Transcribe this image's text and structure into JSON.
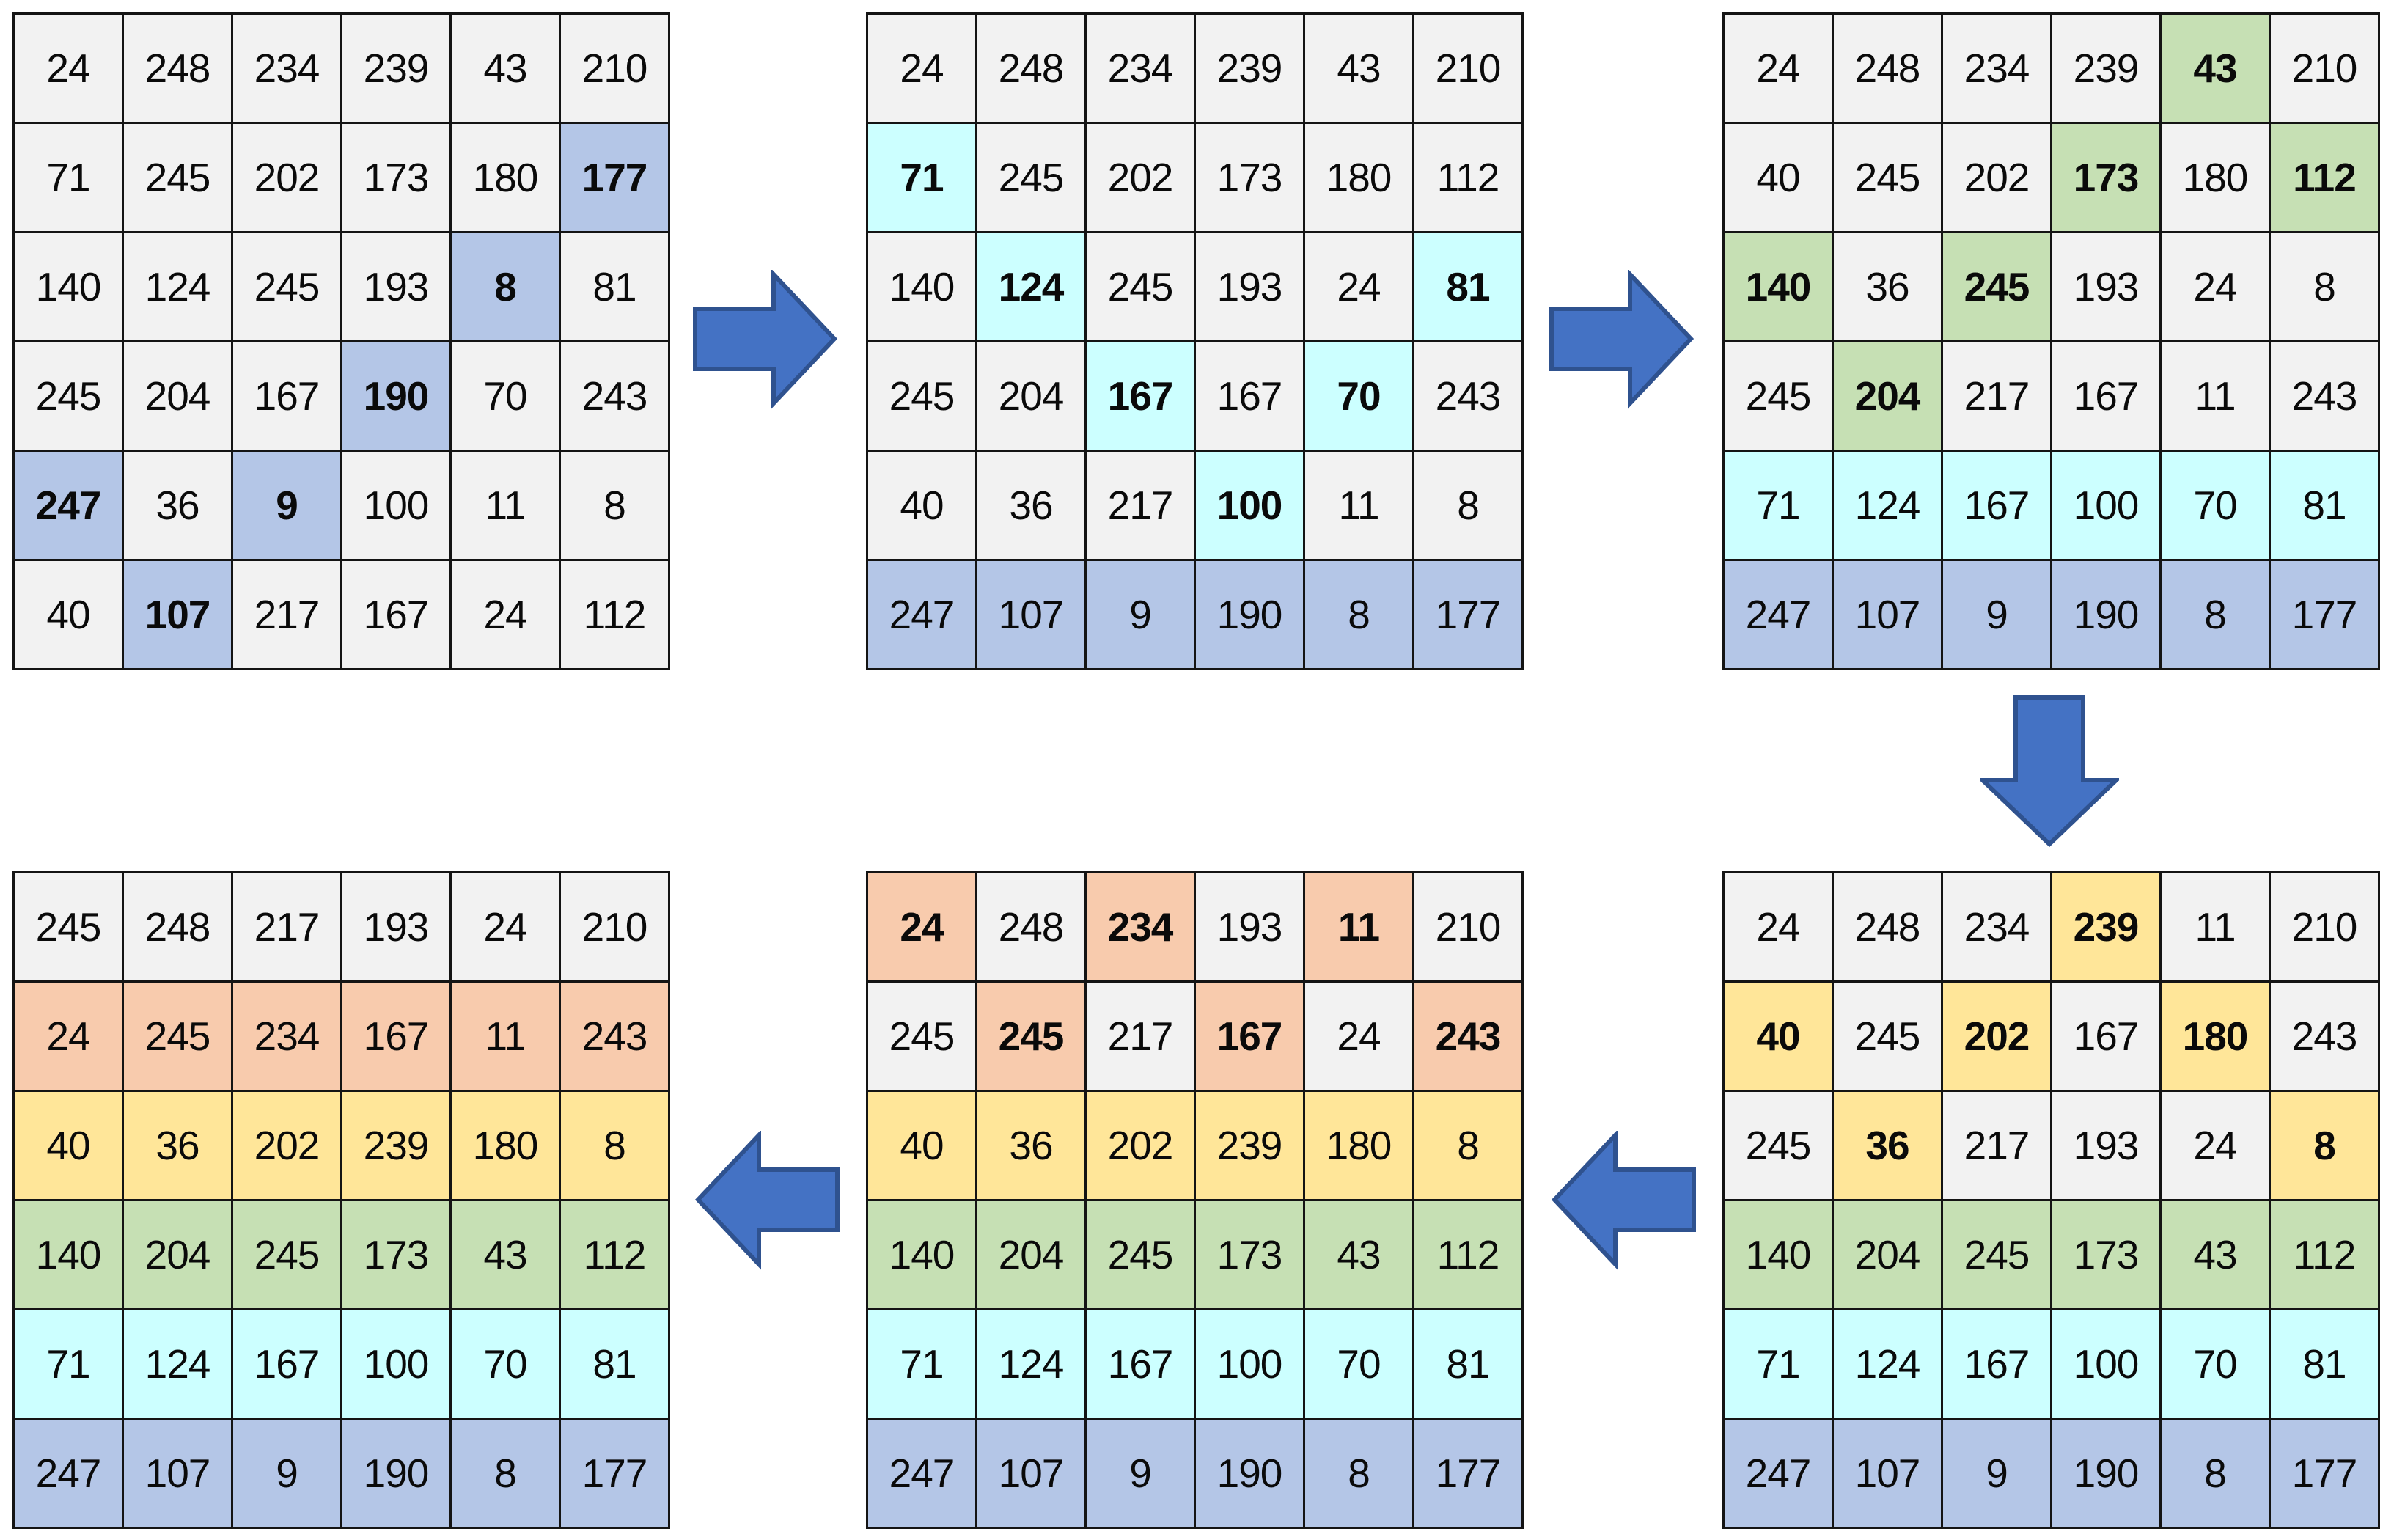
{
  "palette": {
    "page_background": "#ffffff",
    "cell_border": "#141414",
    "text_color": "#0a0a0a",
    "arrow_fill": "#4472C4",
    "arrow_stroke": "#2F528F",
    "cell_colors": {
      "g": "#F2F2F2",
      "B": "#B4C6E7",
      "C": "#CCFFFF",
      "G": "#C6E0B4",
      "Y": "#FFE699",
      "O": "#F8CBAD"
    },
    "legend": {
      "g": "default-gray",
      "B": "blue-sorted-row-6",
      "C": "cyan-sorted-row-5",
      "G": "green-sorted-row-4",
      "Y": "yellow-sorted-row-3",
      "O": "orange-sorted-row-2"
    }
  },
  "grids": [
    {
      "id": "step-1",
      "position": "top-left",
      "step": 1,
      "rows": [
        {
          "values": [
            24,
            248,
            234,
            239,
            43,
            210
          ],
          "colors": "gggggg",
          "bold": "000000"
        },
        {
          "values": [
            71,
            245,
            202,
            173,
            180,
            177
          ],
          "colors": "gggggB",
          "bold": "000001"
        },
        {
          "values": [
            140,
            124,
            245,
            193,
            8,
            81
          ],
          "colors": "ggggBg",
          "bold": "000010"
        },
        {
          "values": [
            245,
            204,
            167,
            190,
            70,
            243
          ],
          "colors": "gggBgg",
          "bold": "000100"
        },
        {
          "values": [
            247,
            36,
            9,
            100,
            11,
            8
          ],
          "colors": "BgBggg",
          "bold": "101000"
        },
        {
          "values": [
            40,
            107,
            217,
            167,
            24,
            112
          ],
          "colors": "gBgggg",
          "bold": "010000"
        }
      ]
    },
    {
      "id": "step-2",
      "position": "top-middle",
      "step": 2,
      "rows": [
        {
          "values": [
            24,
            248,
            234,
            239,
            43,
            210
          ],
          "colors": "gggggg",
          "bold": "000000"
        },
        {
          "values": [
            71,
            245,
            202,
            173,
            180,
            112
          ],
          "colors": "Cggggg",
          "bold": "100000"
        },
        {
          "values": [
            140,
            124,
            245,
            193,
            24,
            81
          ],
          "colors": "gCgggC",
          "bold": "010001"
        },
        {
          "values": [
            245,
            204,
            167,
            167,
            70,
            243
          ],
          "colors": "ggCgCg",
          "bold": "001010"
        },
        {
          "values": [
            40,
            36,
            217,
            100,
            11,
            8
          ],
          "colors": "gggCgg",
          "bold": "000100"
        },
        {
          "values": [
            247,
            107,
            9,
            190,
            8,
            177
          ],
          "colors": "BBBBBB",
          "bold": "000000"
        }
      ]
    },
    {
      "id": "step-3",
      "position": "top-right",
      "step": 3,
      "rows": [
        {
          "values": [
            24,
            248,
            234,
            239,
            43,
            210
          ],
          "colors": "ggggGg",
          "bold": "000010"
        },
        {
          "values": [
            40,
            245,
            202,
            173,
            180,
            112
          ],
          "colors": "gggGgG",
          "bold": "000101"
        },
        {
          "values": [
            140,
            36,
            245,
            193,
            24,
            8
          ],
          "colors": "GgGggg",
          "bold": "101000"
        },
        {
          "values": [
            245,
            204,
            217,
            167,
            11,
            243
          ],
          "colors": "gGgggg",
          "bold": "010000"
        },
        {
          "values": [
            71,
            124,
            167,
            100,
            70,
            81
          ],
          "colors": "CCCCCC",
          "bold": "000000"
        },
        {
          "values": [
            247,
            107,
            9,
            190,
            8,
            177
          ],
          "colors": "BBBBBB",
          "bold": "000000"
        }
      ]
    },
    {
      "id": "step-4",
      "position": "bottom-right",
      "step": 4,
      "rows": [
        {
          "values": [
            24,
            248,
            234,
            239,
            11,
            210
          ],
          "colors": "gggYgg",
          "bold": "000100"
        },
        {
          "values": [
            40,
            245,
            202,
            167,
            180,
            243
          ],
          "colors": "YgYgYg",
          "bold": "101010"
        },
        {
          "values": [
            245,
            36,
            217,
            193,
            24,
            8
          ],
          "colors": "gYgggY",
          "bold": "010001"
        },
        {
          "values": [
            140,
            204,
            245,
            173,
            43,
            112
          ],
          "colors": "GGGGGG",
          "bold": "000000"
        },
        {
          "values": [
            71,
            124,
            167,
            100,
            70,
            81
          ],
          "colors": "CCCCCC",
          "bold": "000000"
        },
        {
          "values": [
            247,
            107,
            9,
            190,
            8,
            177
          ],
          "colors": "BBBBBB",
          "bold": "000000"
        }
      ]
    },
    {
      "id": "step-5",
      "position": "bottom-middle",
      "step": 5,
      "rows": [
        {
          "values": [
            24,
            248,
            234,
            193,
            11,
            210
          ],
          "colors": "OgOgOg",
          "bold": "101010"
        },
        {
          "values": [
            245,
            245,
            217,
            167,
            24,
            243
          ],
          "colors": "gOgOgO",
          "bold": "010101"
        },
        {
          "values": [
            40,
            36,
            202,
            239,
            180,
            8
          ],
          "colors": "YYYYYY",
          "bold": "000000"
        },
        {
          "values": [
            140,
            204,
            245,
            173,
            43,
            112
          ],
          "colors": "GGGGGG",
          "bold": "000000"
        },
        {
          "values": [
            71,
            124,
            167,
            100,
            70,
            81
          ],
          "colors": "CCCCCC",
          "bold": "000000"
        },
        {
          "values": [
            247,
            107,
            9,
            190,
            8,
            177
          ],
          "colors": "BBBBBB",
          "bold": "000000"
        }
      ]
    },
    {
      "id": "step-6",
      "position": "bottom-left",
      "step": 6,
      "rows": [
        {
          "values": [
            245,
            248,
            217,
            193,
            24,
            210
          ],
          "colors": "gggggg",
          "bold": "000000"
        },
        {
          "values": [
            24,
            245,
            234,
            167,
            11,
            243
          ],
          "colors": "OOOOOO",
          "bold": "000000"
        },
        {
          "values": [
            40,
            36,
            202,
            239,
            180,
            8
          ],
          "colors": "YYYYYY",
          "bold": "000000"
        },
        {
          "values": [
            140,
            204,
            245,
            173,
            43,
            112
          ],
          "colors": "GGGGGG",
          "bold": "000000"
        },
        {
          "values": [
            71,
            124,
            167,
            100,
            70,
            81
          ],
          "colors": "CCCCCC",
          "bold": "000000"
        },
        {
          "values": [
            247,
            107,
            9,
            190,
            8,
            177
          ],
          "colors": "BBBBBB",
          "bold": "000000"
        }
      ]
    }
  ],
  "arrows": [
    {
      "id": "arrow-step1-step2",
      "direction": "right"
    },
    {
      "id": "arrow-step2-step3",
      "direction": "right"
    },
    {
      "id": "arrow-step3-step4",
      "direction": "down"
    },
    {
      "id": "arrow-step4-step5",
      "direction": "left"
    },
    {
      "id": "arrow-step5-step6",
      "direction": "left"
    }
  ]
}
